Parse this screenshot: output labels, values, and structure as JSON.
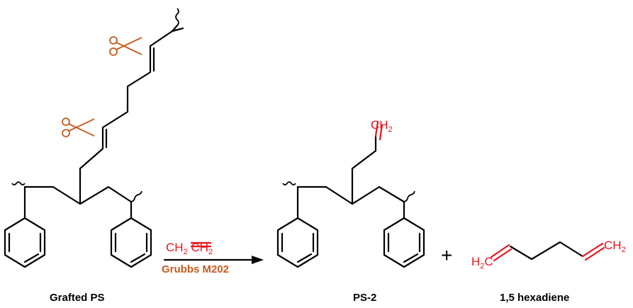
{
  "labels": {
    "grafted": "Grafted PS",
    "product": "PS-2",
    "byproduct": "1,5 hexadiene"
  },
  "reaction": {
    "reagent_ch2_a": "CH",
    "reagent_ch2_b": "CH",
    "catalyst": "Grubbs M202",
    "plus": "+"
  },
  "groups": {
    "ps2_terminal_ch": "CH",
    "hexadiene_left_h": "H",
    "hexadiene_left_c": "C",
    "hexadiene_right_ch": "CH",
    "subscript": "2"
  },
  "colors": {
    "heteroatom_red": "#e8141c",
    "reagent_orange": "#c6591f",
    "bond_black": "#000000"
  },
  "icons": [
    "scissors-icon",
    "scissors-icon",
    "wavy-bond"
  ]
}
